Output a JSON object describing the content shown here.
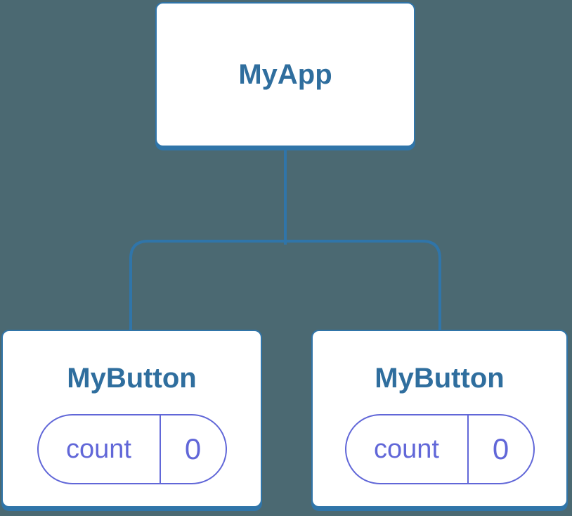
{
  "diagram": {
    "type": "component-tree",
    "colors": {
      "bg": "#4B6972",
      "line": "#3075A9",
      "title": "#2F6E9E",
      "purple": "#6167D8",
      "card-bg": "#FFFFFF"
    },
    "root": {
      "label": "MyApp"
    },
    "children": [
      {
        "label": "MyButton",
        "state": {
          "key": "count",
          "value": "0"
        }
      },
      {
        "label": "MyButton",
        "state": {
          "key": "count",
          "value": "0"
        }
      }
    ]
  }
}
